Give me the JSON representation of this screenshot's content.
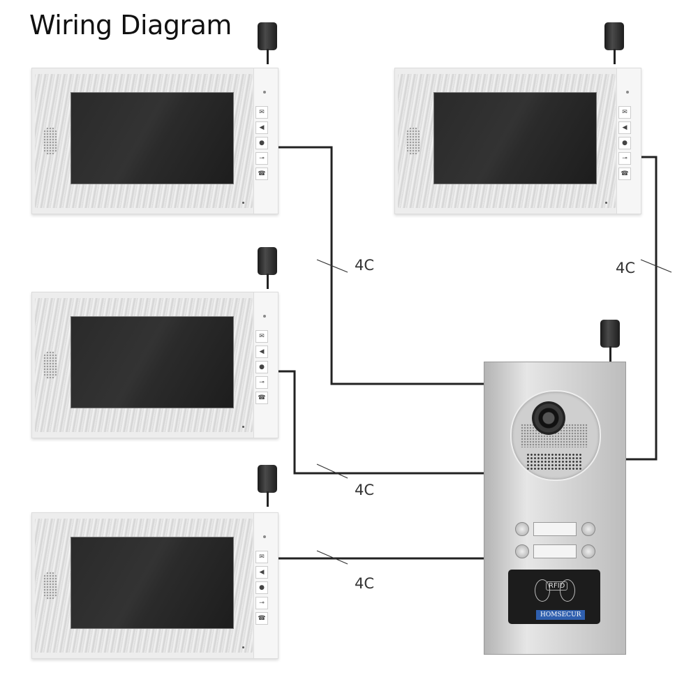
{
  "title": "Wiring Diagram",
  "wire_labels": [
    "4C",
    "4C",
    "4C",
    "4C"
  ],
  "rfid_label": "RFID",
  "brand_label": "HOMSECUR",
  "colors": {
    "wire": "#222222",
    "background": "#ffffff"
  },
  "icons": [
    "power-adapter-icon",
    "mail-icon",
    "speaker-volume-icon",
    "person-icon",
    "key-icon",
    "phone-icon"
  ]
}
